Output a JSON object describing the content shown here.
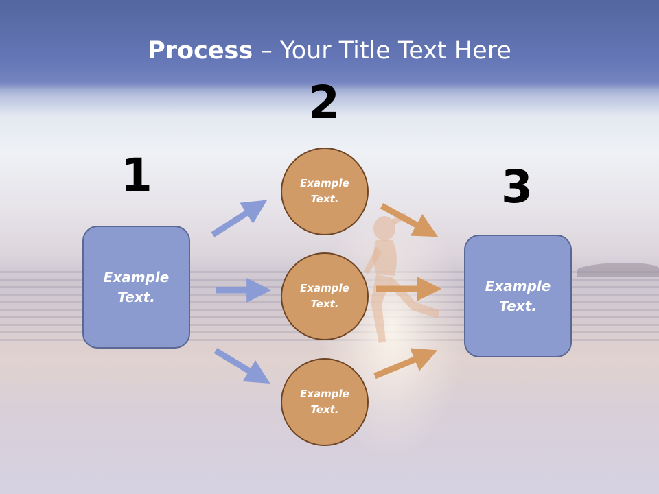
{
  "slide": {
    "title_bold": "Process",
    "title_rest": " – Your Title Text Here",
    "steps": {
      "one": "1",
      "two": "2",
      "three": "3"
    },
    "left_box": {
      "text": "Example\nText."
    },
    "right_box": {
      "text": "Example\nText."
    },
    "circles": [
      {
        "text": "Example\nText."
      },
      {
        "text": "Example\nText."
      },
      {
        "text": "Example\nText."
      }
    ]
  },
  "colors": {
    "box_fill": "#8c9bcf",
    "box_border": "#5a6896",
    "circle_fill": "#d19b68",
    "circle_border": "#6e4525",
    "arrow_blue": "#8a9bd6",
    "arrow_orange": "#d49a62"
  }
}
